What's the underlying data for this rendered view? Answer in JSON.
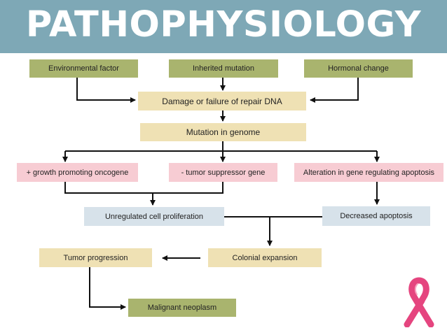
{
  "header": {
    "title": "PATHOPHYSIOLOGY"
  },
  "nodes": {
    "environmental_factor": "Environmental factor",
    "inherited_mutation": "Inherited mutation",
    "hormonal_change": "Hormonal change",
    "damage_repair_dna": "Damage or failure of repair DNA",
    "mutation_in_genome": "Mutation in genome",
    "growth_promoting_oncogene": "+ growth promoting oncogene",
    "tumor_suppressor_gene": "- tumor suppressor gene",
    "alteration_gene_apoptosis": "Alteration in gene regulating apoptosis",
    "unregulated_cell_proliferation": "Unregulated cell proliferation",
    "decreased_apoptosis": "Decreased apoptosis",
    "tumor_progression": "Tumor progression",
    "colonial_expansion": "Colonial expansion",
    "malignant_neoplasm": "Malignant neoplasm"
  },
  "colors": {
    "banner": "#7ea8b6",
    "olive": "#a9b46e",
    "cream": "#efe1b4",
    "pink": "#f7ccd3",
    "blue": "#d7e2ea",
    "ribbon": "#e5457f"
  },
  "icons": {
    "ribbon": "pink-awareness-ribbon-icon"
  }
}
